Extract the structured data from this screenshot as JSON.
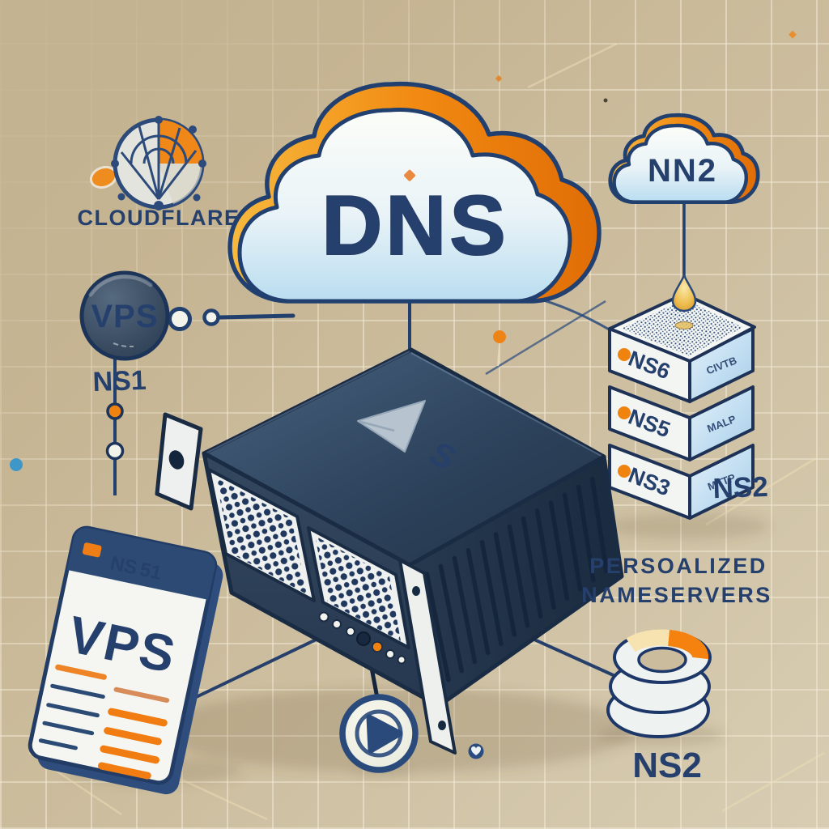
{
  "cloudflare": {
    "label": "CLOUDFLARE"
  },
  "dns_cloud": {
    "label": "DNS"
  },
  "secondary_cloud": {
    "label": "NN2"
  },
  "vps_badge": {
    "label": "VPS"
  },
  "ns1_label": {
    "text": "NS1"
  },
  "server": {
    "logo": "S"
  },
  "stack": {
    "slabs": [
      {
        "front": "NS6",
        "side": "CIVTB"
      },
      {
        "front": "NS5",
        "side": "MALP"
      },
      {
        "front": "NS3",
        "side": "MTTP"
      }
    ],
    "caption": "NS2"
  },
  "card": {
    "header_prefix": "NS",
    "header_suffix": "51",
    "title": "VPS"
  },
  "caption": {
    "line1": "PERSOALIZED",
    "line2": "NAMESERVERS"
  },
  "rings": {
    "caption": "NS2"
  },
  "colors": {
    "background": "#ccbd9e",
    "navy": "#26406d",
    "accent_orange": "#f0820f",
    "cloud_blue": "#bfe0f2",
    "cream": "#f6e3b0"
  }
}
